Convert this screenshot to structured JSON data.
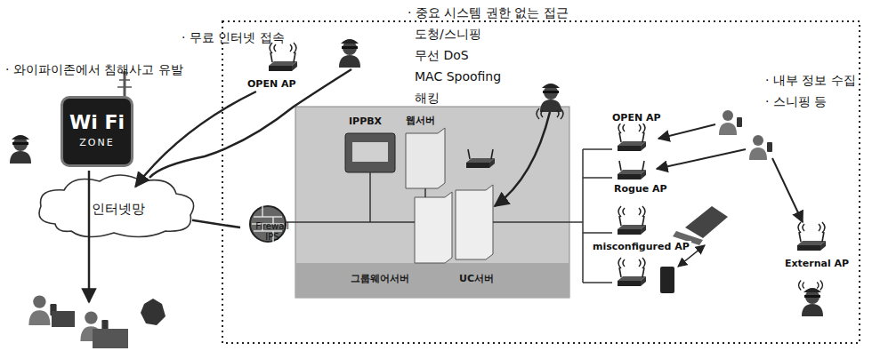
{
  "diagram": {
    "nodes": [
      {
        "text": [
          "Wi Fi",
          "ZONE"
        ]
      },
      {
        "text": [
          "OPEN AP"
        ]
      },
      {
        "text": [
          "인터넷망"
        ]
      },
      {
        "text": [
          "Firewall IPS"
        ]
      },
      {
        "text": [
          "IPPBX"
        ]
      },
      {
        "text": [
          "웹서버"
        ]
      },
      {
        "text": [
          "그룹웨어서버"
        ]
      },
      {
        "text": [
          "UC서버"
        ]
      },
      {
        "text": [
          "OPEN AP"
        ]
      },
      {
        "text": [
          "Rogue AP"
        ]
      },
      {
        "text": [
          "misconfigured AP"
        ]
      },
      {
        "text": [
          "External AP"
        ]
      }
    ],
    "edges": [
      {
        "from": 1,
        "to": 2,
        "arrow": "to"
      },
      {
        "from": 2,
        "to": 3,
        "arrow": "none"
      }
    ],
    "labels": [
      "· 와이파이존에서 침해사고 유발",
      "· 무료 인터넷 접속",
      "· 중요 시스템 권한 없는 접근",
      "도청/스니핑",
      "무선 DoS",
      "MAC Spoofing",
      "해킹",
      "· 내부 정보 수집",
      "· 스니핑 등"
    ]
  }
}
